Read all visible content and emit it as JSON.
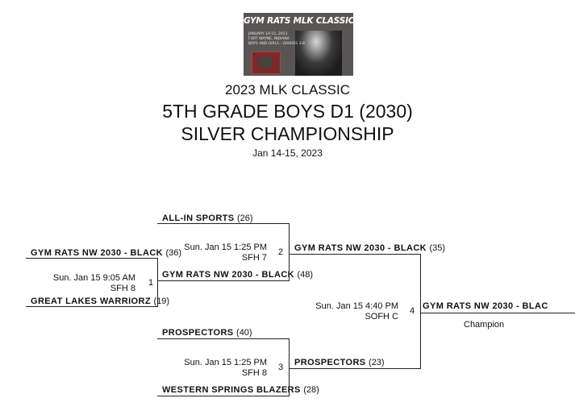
{
  "logo": {
    "title": "GYM RATS MLK CLASSIC",
    "lines": [
      "JANUARY 14-15, 2023",
      "FORT WAYNE, INDIANA",
      "BOYS AND GIRLS - GRADES 3-8"
    ]
  },
  "header": {
    "event": "2023 MLK CLASSIC",
    "division": "5TH GRADE BOYS D1 (2030)",
    "bracket": "SILVER CHAMPIONSHIP",
    "dates": "Jan 14-15, 2023"
  },
  "games": {
    "g1": {
      "num": "1",
      "time": "Sun. Jan 15 9:05 AM",
      "court": "SFH 8",
      "top": {
        "team": "GYM RATS NW 2030 - BLACK",
        "score": "(36)"
      },
      "bottom": {
        "team": "GREAT LAKES WARRIORZ",
        "score": "(19)"
      }
    },
    "g2": {
      "num": "2",
      "time": "Sun. Jan 15 1:25 PM",
      "court": "SFH 7",
      "top": {
        "team": "ALL-IN SPORTS",
        "score": "(26)"
      },
      "bottom": {
        "team": "GYM RATS NW 2030 - BLACK",
        "score": "(48)"
      }
    },
    "g3": {
      "num": "3",
      "time": "Sun. Jan 15 1:25 PM",
      "court": "SFH 8",
      "top": {
        "team": "PROSPECTORS",
        "score": "(40)"
      },
      "bottom": {
        "team": "WESTERN SPRINGS BLAZERS",
        "score": "(28)"
      }
    },
    "g4": {
      "num": "4",
      "time": "Sun. Jan 15 4:40 PM",
      "court": "SOFH C",
      "top": {
        "team": "GYM RATS NW 2030 - BLACK",
        "score": "(35)"
      },
      "bottom": {
        "team": "PROSPECTORS",
        "score": "(23)"
      }
    }
  },
  "champion": {
    "team": "GYM RATS NW 2030 - BLAC",
    "label": "Champion"
  }
}
